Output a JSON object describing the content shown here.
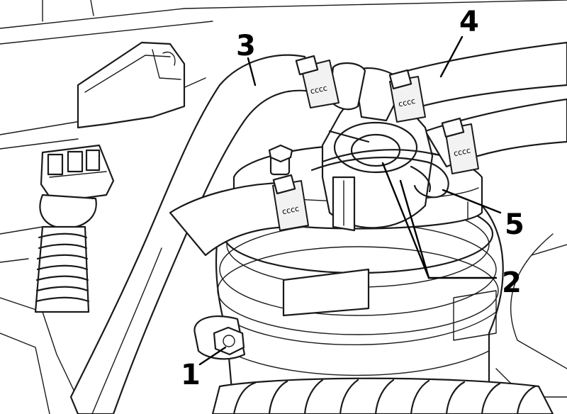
{
  "callouts": [
    {
      "id": "1",
      "label": "1"
    },
    {
      "id": "2",
      "label": "2"
    },
    {
      "id": "3",
      "label": "3"
    },
    {
      "id": "4",
      "label": "4"
    },
    {
      "id": "5",
      "label": "5"
    }
  ],
  "clamp_marking": "cccc"
}
